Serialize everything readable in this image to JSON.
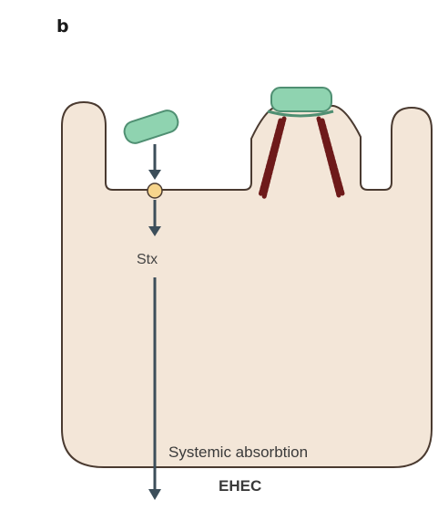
{
  "panel_label": "b",
  "labels": {
    "toxin": "Stx",
    "absorption": "Systemic absorbtion",
    "pathogen": "EHEC"
  },
  "colors": {
    "tissue_fill": "#f3e6d8",
    "tissue_outline": "#4a3a30",
    "bacterium_fill": "#8fd3b0",
    "bacterium_outline": "#4f8f72",
    "arrow": "#3c4e5a",
    "receptor_fill": "#f7d58c",
    "actin_pedestal": "#6e1a1a"
  }
}
